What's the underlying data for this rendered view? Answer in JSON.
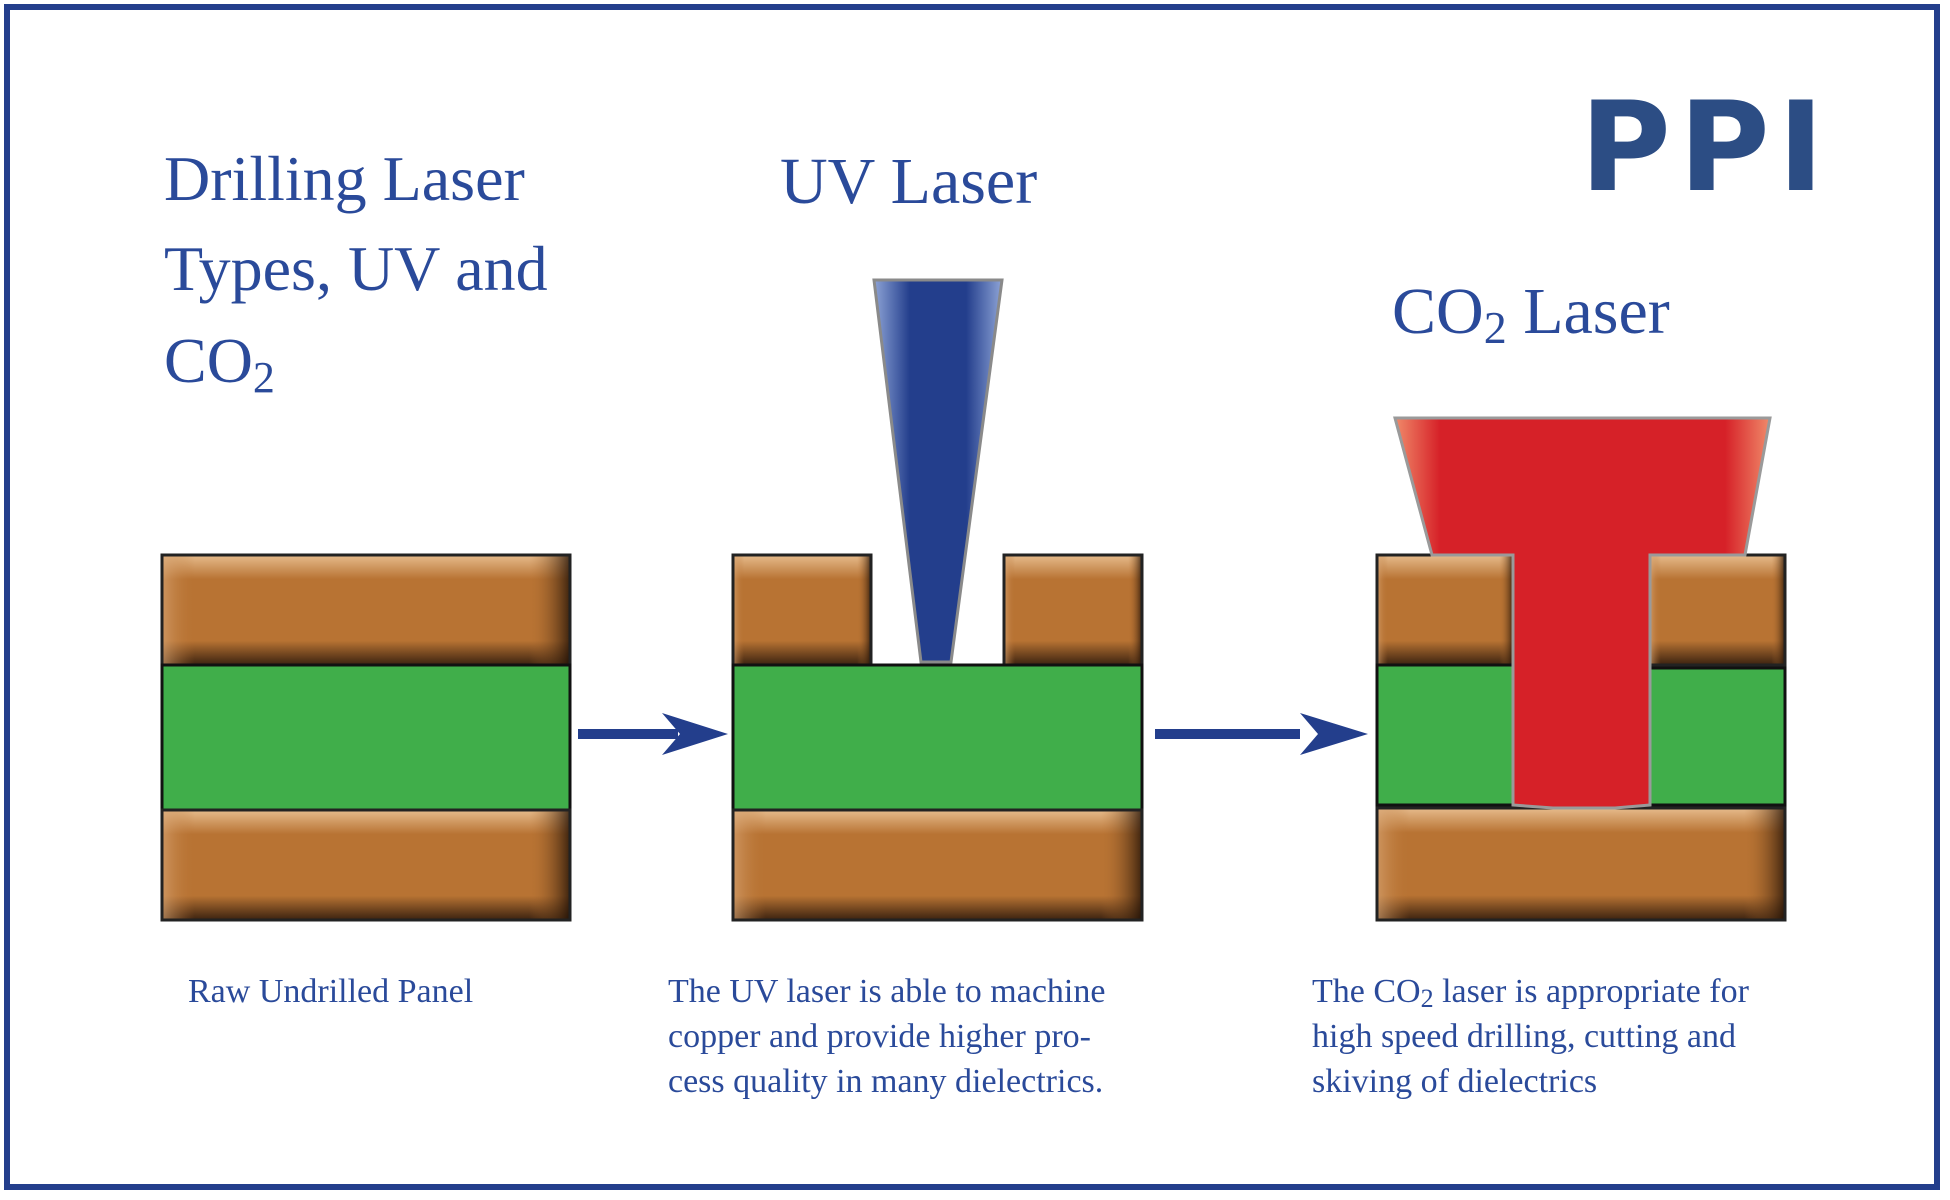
{
  "main_title_lines": [
    "Drilling Laser",
    "Types, UV and",
    "CO"
  ],
  "main_title_sub": "2",
  "logo_text": "PPI",
  "uv_title": "UV Laser",
  "co2_title_prefix": "CO",
  "co2_title_sub": "2",
  "co2_title_suffix": " Laser",
  "caption_raw": "Raw Undrilled Panel",
  "caption_uv_lines": [
    "The UV laser is able to machine",
    "copper and provide higher pro-",
    "cess quality in many dielectrics."
  ],
  "caption_co2_line1_prefix": "The CO",
  "caption_co2_line1_sub": "2",
  "caption_co2_line1_suffix": " laser is appropriate for",
  "caption_co2_lines_rest": [
    "high speed drilling, cutting and",
    "skiving of dielectrics"
  ],
  "colors": {
    "frame": "#233e8c",
    "title_text": "#2a4a9a",
    "logo": "#2c4d84",
    "copper": "#b87333",
    "dielectric": "#40ae4a",
    "uv_beam": "#233e8c",
    "co2_beam": "#d62128",
    "arrow": "#233e8c"
  }
}
